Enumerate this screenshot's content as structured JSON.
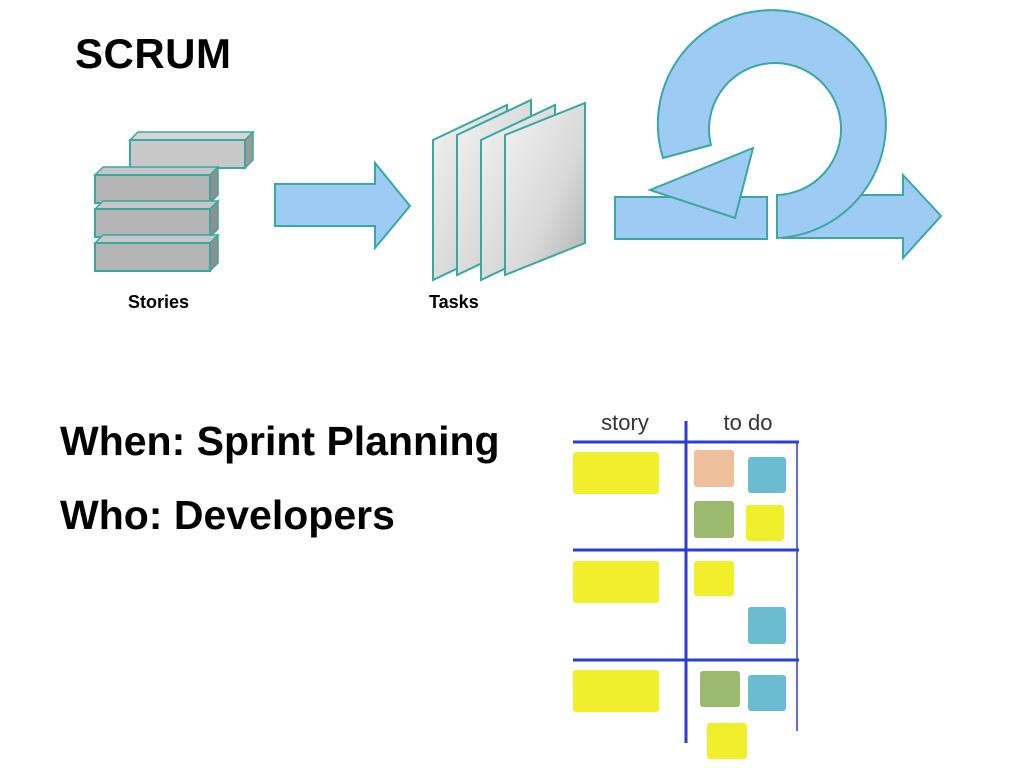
{
  "title": "SCRUM",
  "diagram": {
    "stories_label": "Stories",
    "tasks_label": "Tasks"
  },
  "info": {
    "when": "When: Sprint Planning",
    "who": "Who: Developers"
  },
  "board": {
    "col_story": "story",
    "col_todo": "to do"
  },
  "colors": {
    "arrow_fill": "#9ecbf4",
    "outline": "#3aa7a0",
    "block_fill": "#b4b4b4",
    "board_line": "#2a3fd1",
    "sticky_yellow": "#f1ee2b",
    "sticky_blue": "#6bbcd1",
    "sticky_green": "#9cba6e",
    "sticky_peach": "#edbf9a"
  }
}
